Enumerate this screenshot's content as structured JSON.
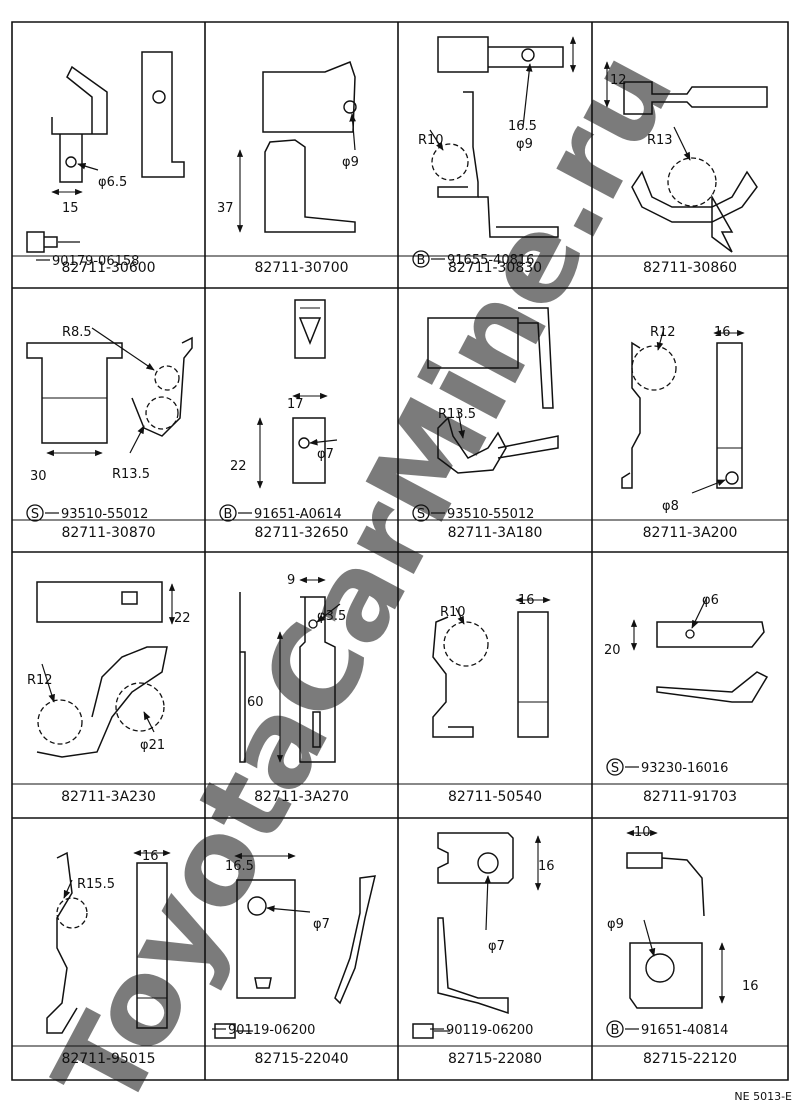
{
  "watermark": "ToyotaCarMine.ru",
  "footer_code": "NE  5013-E",
  "cells": [
    {
      "part": "82711-30600",
      "sub": {
        "prefix": "",
        "number": "90179-06158"
      },
      "labels": [
        "φ6.5",
        "15"
      ]
    },
    {
      "part": "82711-30700",
      "sub": null,
      "labels": [
        "φ9",
        "37"
      ]
    },
    {
      "part": "82711-30830",
      "sub": {
        "prefix": "B",
        "number": "91655-40816"
      },
      "labels": [
        "16.5",
        "φ9",
        "R10"
      ]
    },
    {
      "part": "82711-30860",
      "sub": null,
      "labels": [
        "12",
        "R13"
      ]
    },
    {
      "part": "82711-30870",
      "sub": {
        "prefix": "S",
        "number": "93510-55012"
      },
      "labels": [
        "R8.5",
        "30",
        "R13.5"
      ]
    },
    {
      "part": "82711-32650",
      "sub": {
        "prefix": "B",
        "number": "91651-A0614"
      },
      "labels": [
        "17",
        "22",
        "φ7"
      ]
    },
    {
      "part": "82711-3A180",
      "sub": {
        "prefix": "S",
        "number": "93510-55012"
      },
      "labels": [
        "R13.5"
      ]
    },
    {
      "part": "82711-3A200",
      "sub": null,
      "labels": [
        "R12",
        "16",
        "φ8"
      ]
    },
    {
      "part": "82711-3A230",
      "sub": null,
      "labels": [
        "22",
        "R12",
        "φ21"
      ]
    },
    {
      "part": "82711-3A270",
      "sub": null,
      "labels": [
        "9",
        "φ3.5",
        "60"
      ]
    },
    {
      "part": "82711-50540",
      "sub": null,
      "labels": [
        "R10",
        "16"
      ]
    },
    {
      "part": "82711-91703",
      "sub": {
        "prefix": "S",
        "number": "93230-16016"
      },
      "labels": [
        "φ6",
        "20"
      ]
    },
    {
      "part": "82711-95015",
      "sub": null,
      "labels": [
        "R15.5",
        "16"
      ]
    },
    {
      "part": "82715-22040",
      "sub": {
        "prefix": "",
        "number": "90119-06200"
      },
      "labels": [
        "16.5",
        "φ7"
      ]
    },
    {
      "part": "82715-22080",
      "sub": {
        "prefix": "",
        "number": "90119-06200"
      },
      "labels": [
        "16",
        "φ7"
      ]
    },
    {
      "part": "82715-22120",
      "sub": {
        "prefix": "B",
        "number": "91651-40814"
      },
      "labels": [
        "10",
        "φ9",
        "16"
      ]
    }
  ]
}
